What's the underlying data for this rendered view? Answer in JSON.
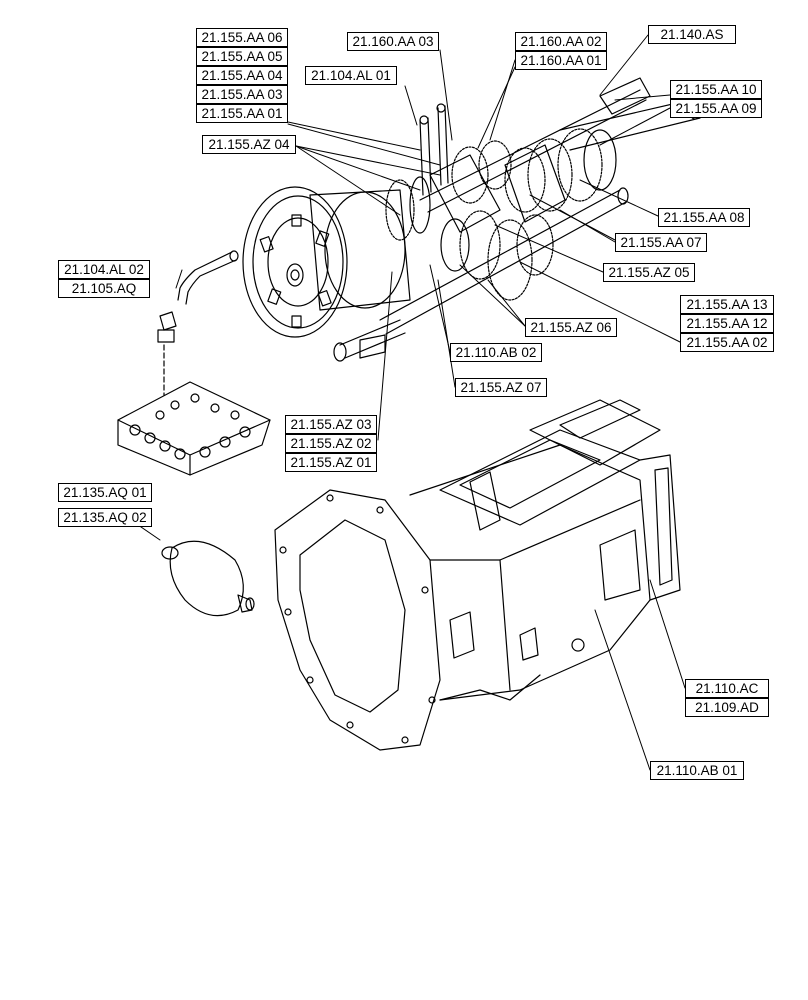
{
  "labels": {
    "aa06": "21.155.AA 06",
    "aa05": "21.155.AA 05",
    "aa04": "21.155.AA 04",
    "aa03": "21.155.AA 03",
    "aa01": "21.155.AA 01",
    "al01": "21.104.AL 01",
    "c160aa03": "21.160.AA 03",
    "c160aa02": "21.160.AA 02",
    "c160aa01": "21.160.AA 01",
    "c140as": "21.140.AS",
    "aa10": "21.155.AA 10",
    "aa09": "21.155.AA 09",
    "az04": "21.155.AZ 04",
    "aa08": "21.155.AA 08",
    "aa07": "21.155.AA 07",
    "az05": "21.155.AZ 05",
    "al02": "21.104.AL 02",
    "aq105": "21.105.AQ",
    "aa13": "21.155.AA 13",
    "aa12": "21.155.AA 12",
    "aa02": "21.155.AA 02",
    "az06": "21.155.AZ 06",
    "ab02": "21.110.AB 02",
    "az07": "21.155.AZ 07",
    "az03": "21.155.AZ 03",
    "az02": "21.155.AZ 02",
    "az01": "21.155.AZ 01",
    "aq01": "21.135.AQ 01",
    "aq02": "21.135.AQ 02",
    "ac110": "21.110.AC",
    "ad109": "21.109.AD",
    "ab01": "21.110.AB 01"
  }
}
